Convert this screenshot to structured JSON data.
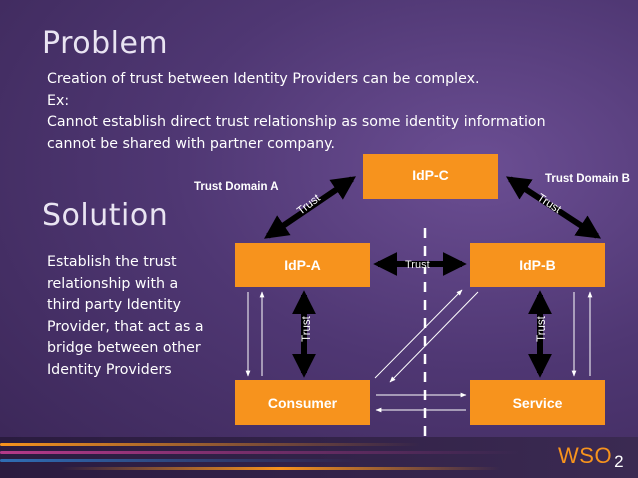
{
  "slide": {
    "problem_title": "Problem",
    "problem_lines": [
      "Creation of trust between Identity Providers can be complex.",
      "Ex:",
      "Cannot establish direct trust relationship as some identity information",
      "cannot be shared with partner company."
    ],
    "solution_title": "Solution",
    "solution_lines": [
      "Establish the trust",
      "relationship with a",
      "third party Identity",
      "Provider, that act as a",
      "bridge between other",
      "Identity Providers"
    ]
  },
  "diagram": {
    "boxes": {
      "idp_c": "IdP-C",
      "idp_a": "IdP-A",
      "idp_b": "IdP-B",
      "consumer": "Consumer",
      "service": "Service"
    },
    "domain_a": "Trust Domain A",
    "domain_b": "Trust Domain B",
    "trust_label": "Trust",
    "colors": {
      "box": "#f7931d",
      "arrow": "#000000",
      "line": "#ffffff"
    }
  },
  "logo": {
    "text": "WSO",
    "suffix": "2"
  }
}
